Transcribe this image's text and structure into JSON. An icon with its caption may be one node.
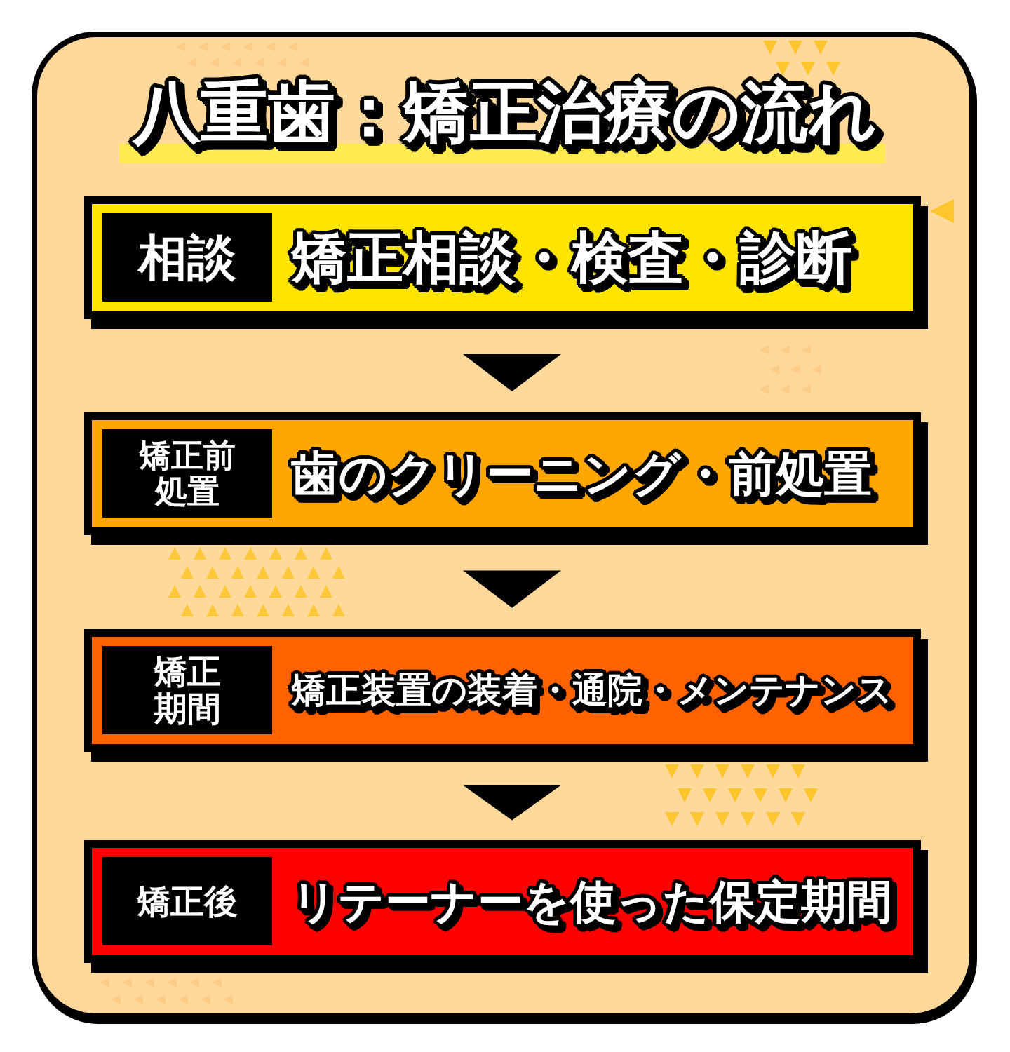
{
  "diagram": {
    "title": "八重歯：矯正治療の流れ",
    "nodes": [
      {
        "text": [
          "矯正相談・検査・診断"
        ]
      },
      {
        "text": [
          "相談"
        ],
        "in": 0
      },
      {
        "text": [
          "歯のクリーニング・前処置"
        ]
      },
      {
        "text": [
          "矯正前処置"
        ],
        "in": 2
      },
      {
        "text": [
          "矯正装置の装着・通院・メンテナンス"
        ]
      },
      {
        "text": [
          "矯正期間"
        ],
        "in": 4
      },
      {
        "text": [
          "リテーナーを使った保定期間"
        ]
      },
      {
        "text": [
          "矯正後"
        ],
        "in": 6
      }
    ],
    "edges": [
      {
        "from": 0,
        "to": 2,
        "arrow": "to"
      },
      {
        "from": 2,
        "to": 4,
        "arrow": "to"
      },
      {
        "from": 4,
        "to": 6,
        "arrow": "to"
      }
    ]
  }
}
